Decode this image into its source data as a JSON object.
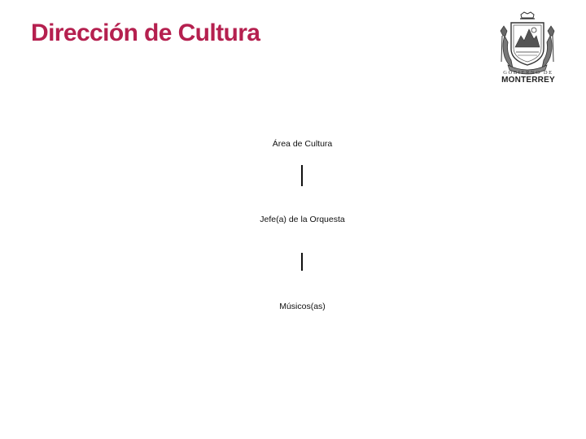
{
  "header": {
    "title": "Dirección de Cultura"
  },
  "logo": {
    "caption_top": "GOBIERNO DE",
    "caption_main": "MONTERREY",
    "icon": "monterrey-coat-of-arms"
  },
  "org_chart": {
    "nodes": [
      {
        "label": "Área de Cultura"
      },
      {
        "label": "Jefe(a) de la Orquesta"
      },
      {
        "label": "Músicos(as)"
      }
    ]
  },
  "colors": {
    "accent": "#b5204f",
    "text": "#111111"
  }
}
